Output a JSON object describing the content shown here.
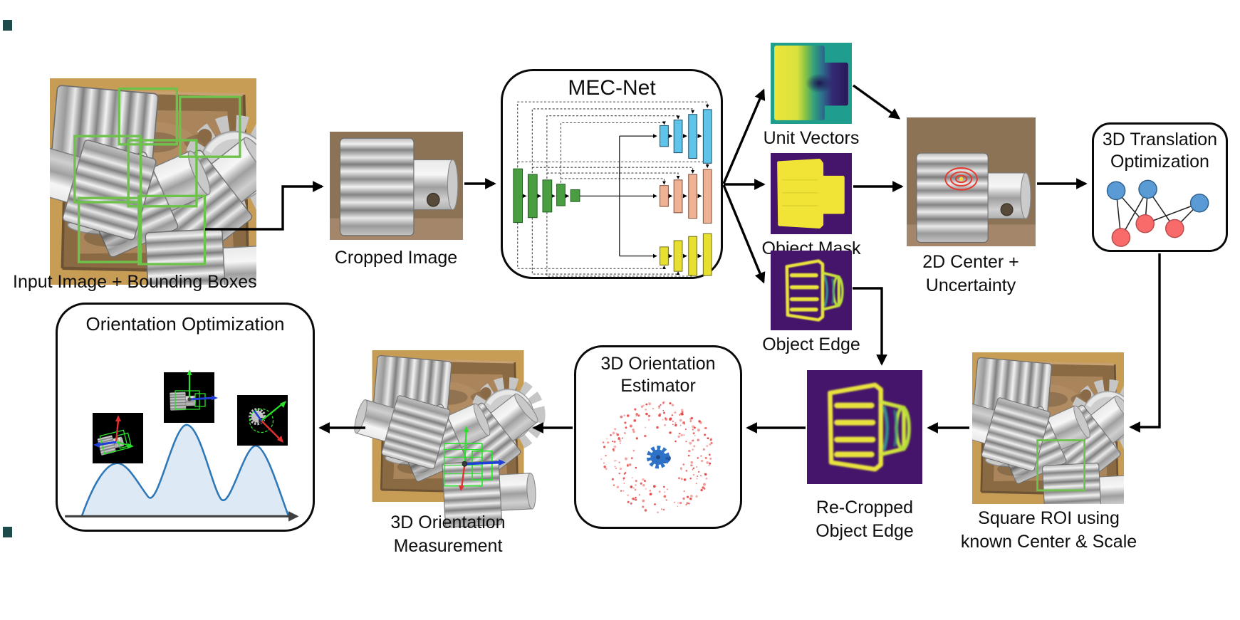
{
  "figure": {
    "stage_labels": {
      "input": "Input Image + Bounding Boxes",
      "cropped": "Cropped Image",
      "mecnet": "MEC-Net",
      "unit_vectors": "Unit Vectors",
      "object_mask": "Object Mask",
      "object_edge": "Object Edge",
      "center_l1": "2D Center +",
      "center_l2": "Uncertainty",
      "translation_l1": "3D Translation",
      "translation_l2": "Optimization",
      "roi_l1": "Square ROI using",
      "roi_l2": "known Center & Scale",
      "recropped_l1": "Re-Cropped",
      "recropped_l2": "Object Edge",
      "estimator_l1": "3D Orientation",
      "estimator_l2": "Estimator",
      "measurement_l1": "3D Orientation",
      "measurement_l2": "Measurement",
      "orientation_opt": "Orientation Optimization"
    },
    "colors": {
      "bbox_green": "#6cc24a",
      "encoder_green": "#4a9e41",
      "decoder_blue": "#5fc4ea",
      "decoder_salmon": "#f0b295",
      "decoder_yellow": "#e8e030",
      "graph_node_blue": "#5b9bd5",
      "graph_node_red": "#f96b6b",
      "curve_blue": "#2e78b8",
      "curve_fill": "#ddeaf5",
      "edge_map_yellow": "#e9e43c",
      "map_purple_bg": "#45156b",
      "unit_vector_teal": "#1f9e8e",
      "scatter_red": "#e23b3b",
      "pose_gear_blue": "#2e72c8",
      "axis_red": "#e23030",
      "axis_green": "#2ae22a",
      "axis_blue": "#1f3fd8",
      "arrow_black": "#000000"
    }
  }
}
